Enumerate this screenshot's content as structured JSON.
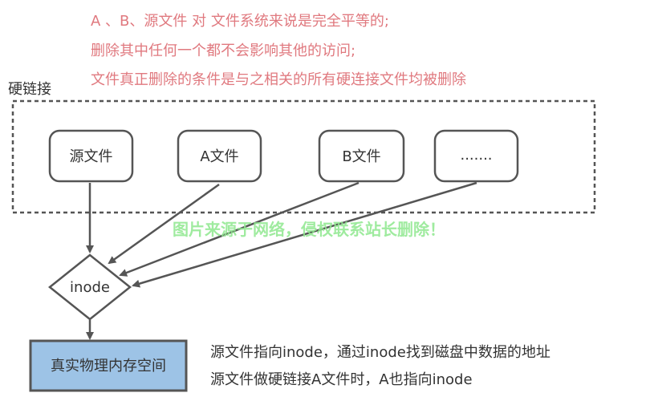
{
  "notes": [
    "A 、B、源文件 对 文件系统来说是完全平等的;",
    "删除其中任何一个都不会影响其他的访问;",
    "文件真正删除的条件是与之相关的所有硬连接文件均被删除"
  ],
  "group_label": "硬链接",
  "files": [
    "源文件",
    "A文件",
    "B文件",
    "......."
  ],
  "inode_label": "inode",
  "storage_label": "真实物理内存空间",
  "watermark": "图片来源于网络，侵权联系站长删除！",
  "descriptions": [
    "源文件指向inode，通过inode找到磁盘中数据的地址",
    "源文件做硬链接A文件时，A也指向inode"
  ],
  "colors": {
    "note": "#e0797f",
    "storage_fill": "#9dc3e6",
    "stroke": "#555555",
    "watermark": "#8fe88f"
  }
}
